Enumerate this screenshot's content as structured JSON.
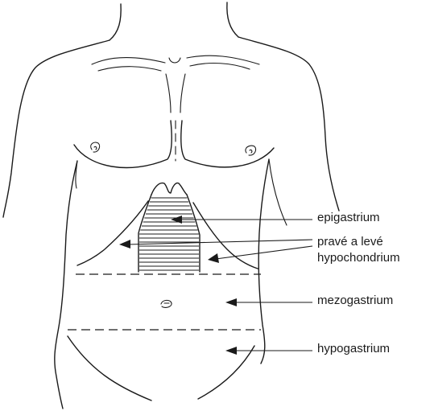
{
  "labels": {
    "epigastrium": "epigastrium",
    "hypochondrium_line1": "pravé a levé",
    "hypochondrium_line2": "hypochondrium",
    "mezogastrium": "mezogastrium",
    "hypogastrium": "hypogastrium"
  },
  "colors": {
    "ink": "#1a1a1a",
    "background": "#ffffff"
  }
}
